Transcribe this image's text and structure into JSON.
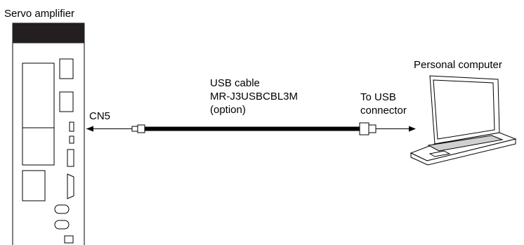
{
  "labels": {
    "servo_amplifier": "Servo amplifier",
    "personal_computer": "Personal computer",
    "cn5": "CN5",
    "cable_line1": "USB cable",
    "cable_line2": "MR-J3USBCBL3M",
    "cable_line3": "(option)",
    "usb_line1": "To USB",
    "usb_line2": "connector"
  }
}
